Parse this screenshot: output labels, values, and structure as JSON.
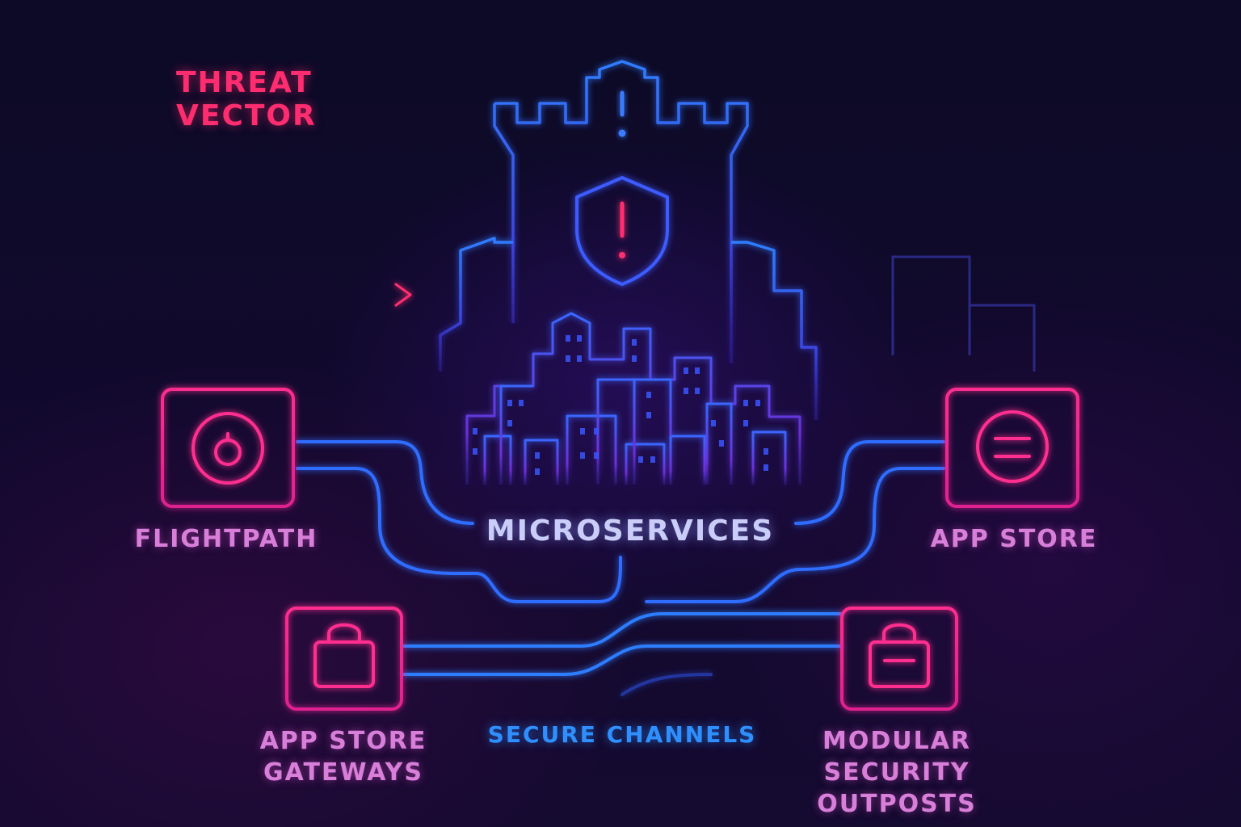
{
  "threat": {
    "line1": "THREAT",
    "line2": "VECTOR"
  },
  "center": {
    "label": "MICROSERVICES"
  },
  "channels": {
    "label": "SECURE CHANNELS"
  },
  "nodes": {
    "flightpath": {
      "label": "FLIGHTPATH",
      "icon": "power-dial-icon"
    },
    "app_store": {
      "label": "APP STORE",
      "icon": "equals-circle-icon"
    },
    "gateways": {
      "line1": "APP STORE",
      "line2": "GATEWAYS",
      "icon": "padlock-icon"
    },
    "outposts": {
      "line1": "MODULAR",
      "line2": "SECURITY",
      "line3": "OUTPOSTS",
      "icon": "padlock-icon"
    }
  },
  "colors": {
    "background": "#0c0a26",
    "threat_pink": "#ff2d6f",
    "node_pink": "#ff2d8f",
    "label_purple": "#d77fd9",
    "secure_blue": "#2f8fff",
    "fortress_blue": "#2c6bff",
    "center_text": "#c9cdf7"
  }
}
